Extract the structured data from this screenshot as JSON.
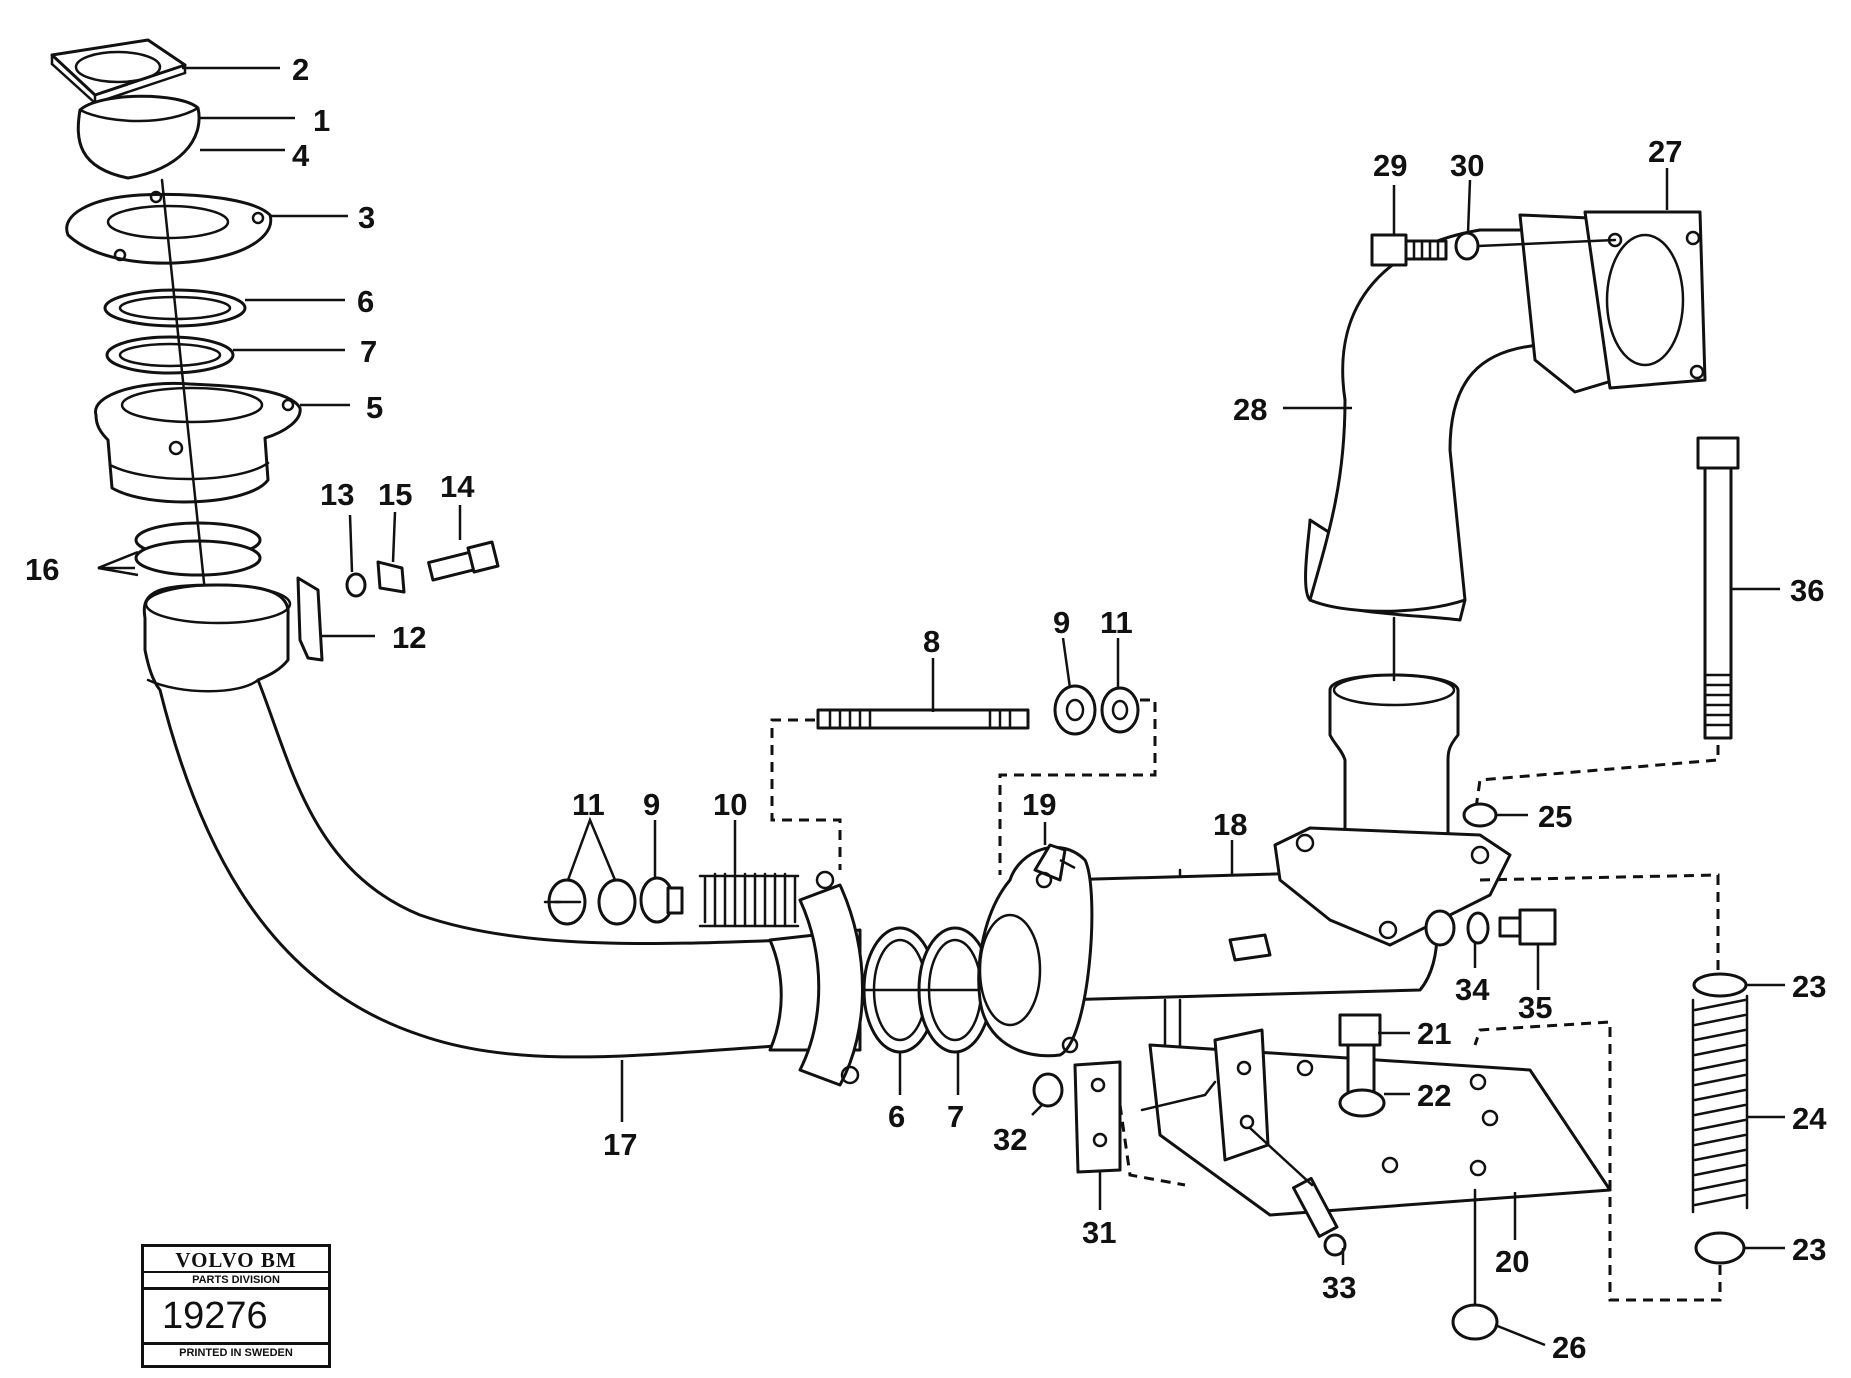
{
  "callouts": [
    {
      "id": "2",
      "label": "2"
    },
    {
      "id": "1",
      "label": "1"
    },
    {
      "id": "4",
      "label": "4"
    },
    {
      "id": "3",
      "label": "3"
    },
    {
      "id": "6a",
      "label": "6"
    },
    {
      "id": "7a",
      "label": "7"
    },
    {
      "id": "5",
      "label": "5"
    },
    {
      "id": "13",
      "label": "13"
    },
    {
      "id": "15",
      "label": "15"
    },
    {
      "id": "14",
      "label": "14"
    },
    {
      "id": "16",
      "label": "16"
    },
    {
      "id": "12",
      "label": "12"
    },
    {
      "id": "8",
      "label": "8"
    },
    {
      "id": "9a",
      "label": "9"
    },
    {
      "id": "11a",
      "label": "11"
    },
    {
      "id": "11b",
      "label": "11"
    },
    {
      "id": "9b",
      "label": "9"
    },
    {
      "id": "10",
      "label": "10"
    },
    {
      "id": "19",
      "label": "19"
    },
    {
      "id": "18",
      "label": "18"
    },
    {
      "id": "17",
      "label": "17"
    },
    {
      "id": "6b",
      "label": "6"
    },
    {
      "id": "7b",
      "label": "7"
    },
    {
      "id": "32",
      "label": "32"
    },
    {
      "id": "31",
      "label": "31"
    },
    {
      "id": "33",
      "label": "33"
    },
    {
      "id": "21",
      "label": "21"
    },
    {
      "id": "22",
      "label": "22"
    },
    {
      "id": "20",
      "label": "20"
    },
    {
      "id": "26",
      "label": "26"
    },
    {
      "id": "34",
      "label": "34"
    },
    {
      "id": "35",
      "label": "35"
    },
    {
      "id": "25",
      "label": "25"
    },
    {
      "id": "23a",
      "label": "23"
    },
    {
      "id": "24",
      "label": "24"
    },
    {
      "id": "23b",
      "label": "23"
    },
    {
      "id": "36",
      "label": "36"
    },
    {
      "id": "28",
      "label": "28"
    },
    {
      "id": "29",
      "label": "29"
    },
    {
      "id": "30",
      "label": "30"
    },
    {
      "id": "27",
      "label": "27"
    }
  ],
  "stamp": {
    "brand": "VOLVO BM",
    "division": "PARTS DIVISION",
    "number": "19276",
    "printed": "PRINTED IN SWEDEN"
  }
}
